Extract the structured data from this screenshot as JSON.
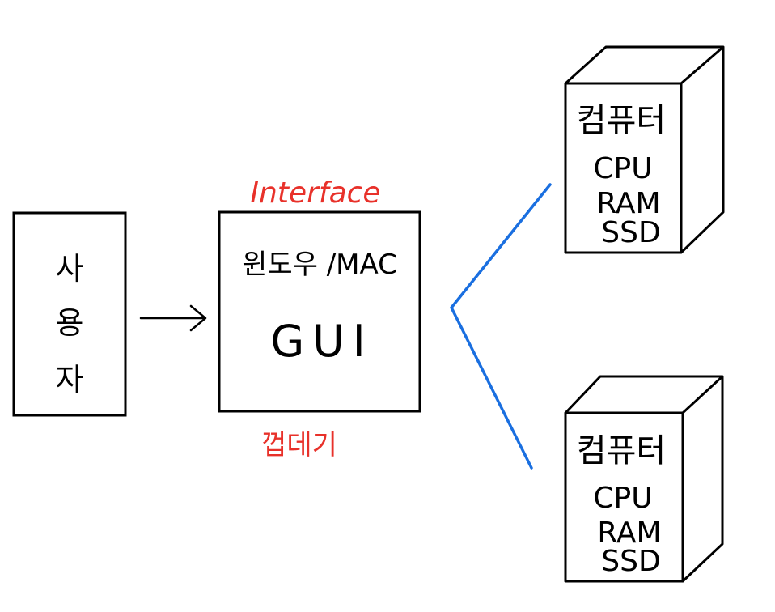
{
  "user_box": {
    "chars": [
      "사",
      "용",
      "자"
    ]
  },
  "gui_box": {
    "top_label": "Interface",
    "os_text": "윈도우 /MAC",
    "gui_text": "GUI",
    "bottom_label": "껍데기"
  },
  "computers": [
    {
      "title": "컴퓨터",
      "parts": [
        "CPU",
        "RAM",
        "SSD"
      ]
    },
    {
      "title": "컴퓨터",
      "parts": [
        "CPU",
        "RAM",
        "SSD"
      ]
    }
  ],
  "colors": {
    "ink": "#000000",
    "annotation": "#e8312a",
    "connector": "#1a6fe0"
  }
}
